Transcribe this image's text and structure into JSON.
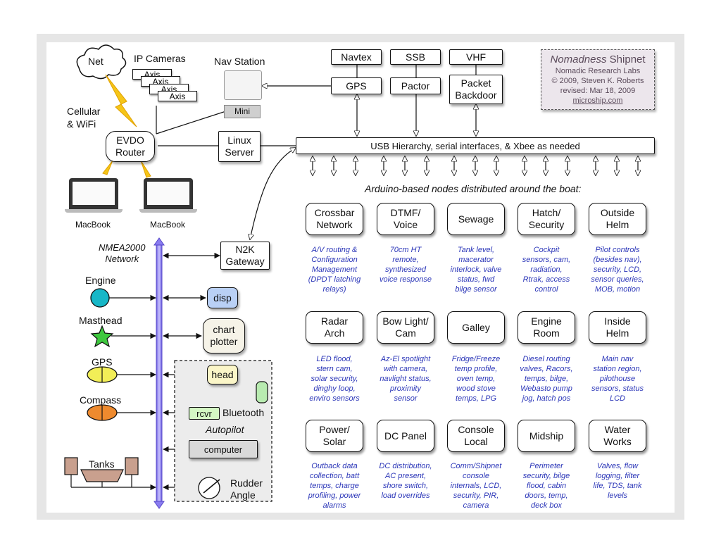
{
  "internet": {
    "net": "Net",
    "ip_cameras": "IP Cameras",
    "axis_labels": [
      "Axis",
      "Axis",
      "Axis",
      "Axis"
    ],
    "cellular": [
      "Cellular",
      "& WiFi"
    ],
    "evdo": [
      "EVDO",
      "Router"
    ],
    "macbooks": [
      "MacBook",
      "MacBook"
    ],
    "nav_station": "Nav Station",
    "mini": "Mini",
    "linux": [
      "Linux",
      "Server"
    ]
  },
  "radios": {
    "navtex": "Navtex",
    "ssb": "SSB",
    "vhf": "VHF",
    "gps": "GPS",
    "pactor": "Pactor",
    "packet": [
      "Packet",
      "Backdoor"
    ]
  },
  "credit": {
    "title_italic": "Nomadness",
    "title_rest": " Shipnet",
    "org": "Nomadic Research Labs",
    "copyright": "© 2009, Steven K. Roberts",
    "revised": "revised: Mar 18, 2009",
    "url": "microship.com"
  },
  "usb_bar": "USB Hierarchy, serial interfaces,  & Xbee as needed",
  "arduino_caption": "Arduino-based nodes distributed around the boat:",
  "nodes": [
    {
      "name": [
        "Crossbar",
        "Network"
      ],
      "desc": [
        "A/V routing &",
        "Configuration",
        "Management",
        "(DPDT latching",
        "relays)"
      ]
    },
    {
      "name": [
        "DTMF/",
        "Voice"
      ],
      "desc": [
        "70cm HT",
        "remote,",
        "synthesized",
        "voice response"
      ]
    },
    {
      "name": [
        "Sewage"
      ],
      "desc": [
        "Tank level,",
        "macerator",
        "interlock, valve",
        "status, fwd",
        "bilge sensor"
      ]
    },
    {
      "name": [
        "Hatch/",
        "Security"
      ],
      "desc": [
        "Cockpit",
        "sensors, cam,",
        "radiation,",
        "Rtrak, access",
        "control"
      ]
    },
    {
      "name": [
        "Outside",
        "Helm"
      ],
      "desc": [
        "Pilot controls",
        "(besides nav),",
        "security, LCD,",
        "sensor queries,",
        "MOB, motion"
      ]
    },
    {
      "name": [
        "Radar",
        "Arch"
      ],
      "desc": [
        "LED flood,",
        "stern cam,",
        "solar security,",
        "dinghy loop,",
        "enviro sensors"
      ]
    },
    {
      "name": [
        "Bow Light/",
        "Cam"
      ],
      "desc": [
        "Az-El spotlight",
        "with camera,",
        "navlight status,",
        "proximity",
        "sensor"
      ]
    },
    {
      "name": [
        "Galley"
      ],
      "desc": [
        "Fridge/Freeze",
        "temp profile,",
        "oven temp,",
        "wood stove",
        "temps, LPG"
      ]
    },
    {
      "name": [
        "Engine",
        "Room"
      ],
      "desc": [
        "Diesel routing",
        "valves, Racors,",
        "temps, bilge,",
        "Webasto pump",
        "jog, hatch pos"
      ]
    },
    {
      "name": [
        "Inside",
        "Helm"
      ],
      "desc": [
        "Main nav",
        "station region,",
        "pilothouse",
        "sensors, status",
        "LCD"
      ]
    },
    {
      "name": [
        "Power/",
        "Solar"
      ],
      "desc": [
        "Outback data",
        "collection, batt",
        "temps, charge",
        "profiling, power",
        "alarms"
      ]
    },
    {
      "name": [
        "DC Panel"
      ],
      "desc": [
        "DC distribution,",
        "AC present,",
        "shore switch,",
        "load overrides"
      ]
    },
    {
      "name": [
        "Console",
        "Local"
      ],
      "desc": [
        "Comm/Shipnet",
        "console",
        "internals, LCD,",
        "security, PIR,",
        "camera"
      ]
    },
    {
      "name": [
        "Midship"
      ],
      "desc": [
        "Perimeter",
        "security, bilge",
        "flood, cabin",
        "doors, temp,",
        "deck box"
      ]
    },
    {
      "name": [
        "Water",
        "Works"
      ],
      "desc": [
        "Valves, flow",
        "logging, filter",
        "life, TDS, tank",
        "levels"
      ]
    }
  ],
  "nmea": {
    "title": [
      "NMEA2000",
      "Network"
    ],
    "n2k": [
      "N2K",
      "Gateway"
    ],
    "engine": "Engine",
    "masthead": "Masthead",
    "gps": "GPS",
    "compass": "Compass",
    "tanks": "Tanks",
    "disp": "disp",
    "chart": [
      "chart",
      "plotter"
    ],
    "head": "head",
    "rcvr": "rcvr",
    "bluetooth": "Bluetooth",
    "autopilot": "Autopilot",
    "computer": "computer",
    "rudder": [
      "Rudder",
      "Angle"
    ]
  },
  "colors": {
    "description_text": "#2b36b8",
    "nmea_bus": "#8a7cf0",
    "engine_sensor": "#17b7c7",
    "masthead_sensor": "#3ec83e",
    "gps_sensor": "#f2ee57",
    "compass_sensor": "#ee8a2e",
    "tanks": "#c9a08e",
    "disp_box": "#b9d0f5",
    "head_box": "#fbf6c8",
    "rcvr_box": "#d4f7c4",
    "autopilot_panel": "#ececec",
    "credit_box": "#ece6ec",
    "lightning": "#f5c518"
  }
}
